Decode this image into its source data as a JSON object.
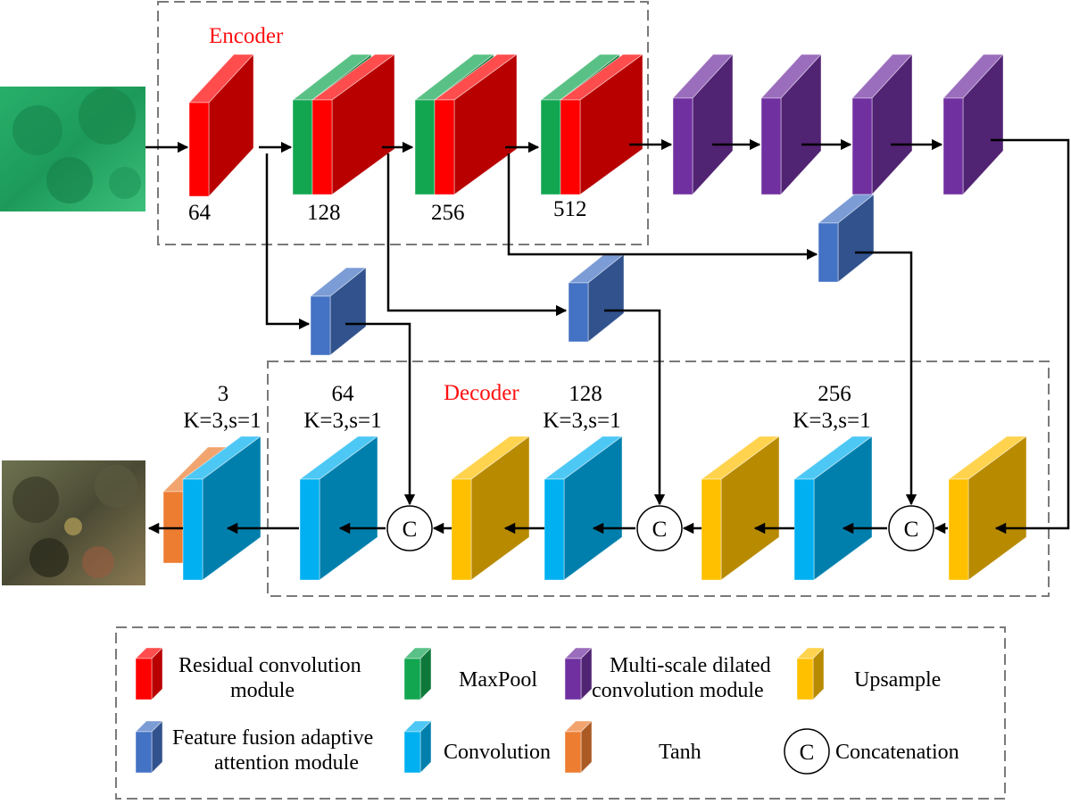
{
  "encoder": {
    "title": "Encoder",
    "channels": [
      "64",
      "128",
      "256",
      "512"
    ]
  },
  "decoder": {
    "title": "Decoder",
    "conv_labels": [
      {
        "ch": "3",
        "ks": "K=3,s=1"
      },
      {
        "ch": "64",
        "ks": "K=3,s=1"
      },
      {
        "ch": "128",
        "ks": "K=3,s=1"
      },
      {
        "ch": "256",
        "ks": "K=3,s=1"
      }
    ],
    "concat_symbol": "C"
  },
  "legend": {
    "residual": [
      "Residual convolution",
      "module"
    ],
    "maxpool": "MaxPool",
    "dilated": [
      "Multi-scale dilated",
      "convolution module"
    ],
    "upsample": "Upsample",
    "ffaa": [
      "Feature fusion adaptive",
      "attention module"
    ],
    "convolution": "Convolution",
    "tanh": "Tanh",
    "concat_symbol": "C",
    "concatenation": "Concatenation"
  },
  "colors": {
    "residual": "#ff0000",
    "maxpool": "#12a650",
    "dilated": "#7030a0",
    "upsample": "#ffc000",
    "ffaa": "#4472c4",
    "convolution": "#00b0f0",
    "tanh": "#ed7d31",
    "encoder_title": "#ff1010",
    "decoder_title": "#ff1010"
  }
}
